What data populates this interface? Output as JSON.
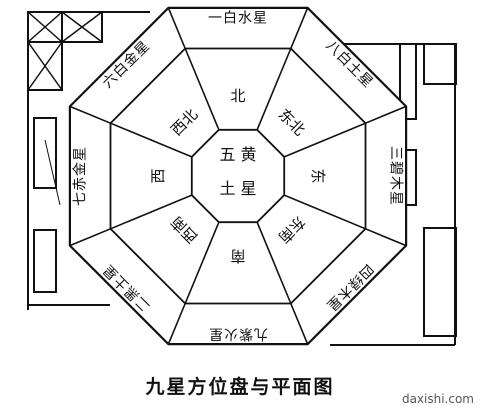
{
  "caption": "九星方位盘与平面图",
  "watermark": "daxishi.com",
  "center": {
    "lines": [
      "五 黄",
      "土 星"
    ]
  },
  "directions": [
    "北",
    "东北",
    "东",
    "东南",
    "南",
    "西南",
    "西",
    "西北"
  ],
  "stars": [
    "一白水星",
    "八白土星",
    "三碧木星",
    "四绿木星",
    "九紫火星",
    "二黑土星",
    "七赤金星",
    "六白金星"
  ],
  "colors": {
    "line": "#111111",
    "background": "#ffffff"
  }
}
